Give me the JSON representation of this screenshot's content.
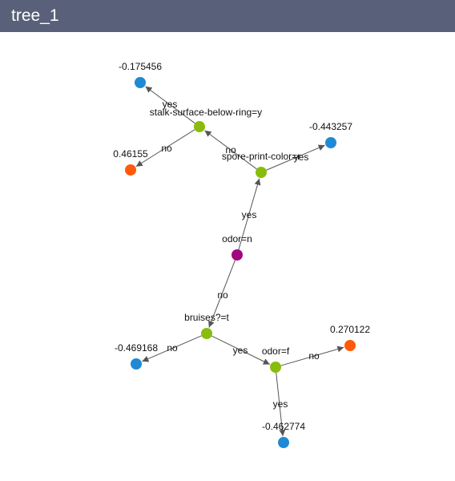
{
  "title": "tree_1",
  "colors": {
    "split": "#88bd0d",
    "root": "#a0077f",
    "leaf_negative": "#1f8ad3",
    "leaf_positive": "#ff5a0a",
    "edge": "#555555",
    "header": "#596079"
  },
  "nodes": [
    {
      "id": "n0",
      "kind": "root",
      "label": "odor=n"
    },
    {
      "id": "n1",
      "kind": "split",
      "label": "spore-print-color=r"
    },
    {
      "id": "n2",
      "kind": "split",
      "label": "stalk-surface-below-ring=y"
    },
    {
      "id": "n3",
      "kind": "leaf_negative",
      "label": "-0.175456"
    },
    {
      "id": "n4",
      "kind": "leaf_positive",
      "label": "0.46155"
    },
    {
      "id": "n5",
      "kind": "leaf_negative",
      "label": "-0.443257"
    },
    {
      "id": "n6",
      "kind": "split",
      "label": "bruises?=t"
    },
    {
      "id": "n7",
      "kind": "leaf_negative",
      "label": "-0.469168"
    },
    {
      "id": "n8",
      "kind": "split",
      "label": "odor=f"
    },
    {
      "id": "n9",
      "kind": "leaf_positive",
      "label": "0.270122"
    },
    {
      "id": "n10",
      "kind": "leaf_negative",
      "label": "-0.462774"
    }
  ],
  "edges": [
    {
      "from": "n0",
      "to": "n1",
      "label": "yes"
    },
    {
      "from": "n1",
      "to": "n2",
      "label": "no"
    },
    {
      "from": "n2",
      "to": "n3",
      "label": "yes"
    },
    {
      "from": "n2",
      "to": "n4",
      "label": "no"
    },
    {
      "from": "n1",
      "to": "n5",
      "label": "yes"
    },
    {
      "from": "n0",
      "to": "n6",
      "label": "no"
    },
    {
      "from": "n6",
      "to": "n7",
      "label": "no"
    },
    {
      "from": "n6",
      "to": "n8",
      "label": "yes"
    },
    {
      "from": "n8",
      "to": "n9",
      "label": "no"
    },
    {
      "from": "n8",
      "to": "n10",
      "label": "yes"
    }
  ]
}
